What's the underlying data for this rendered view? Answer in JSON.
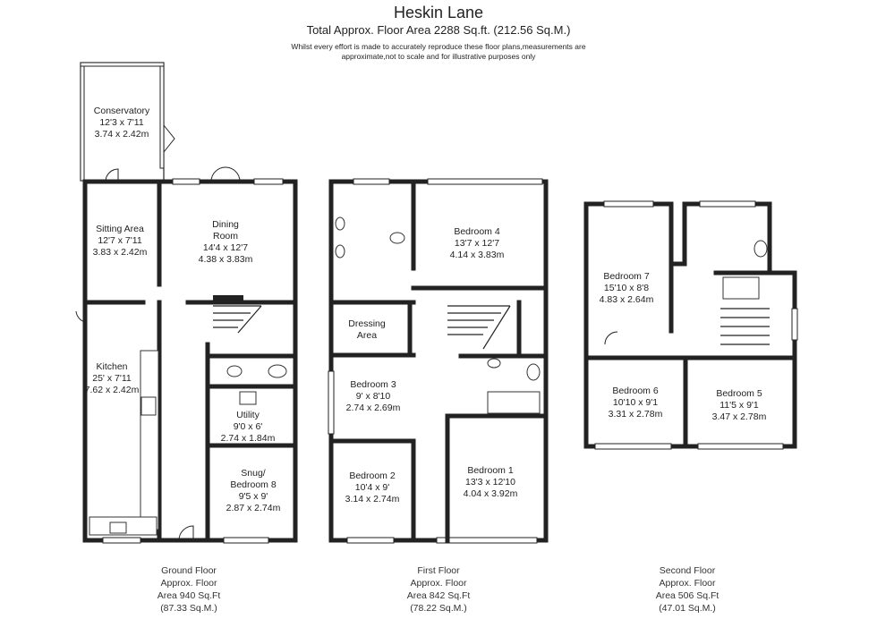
{
  "header": {
    "title": "Heskin Lane",
    "subtitle": "Total Approx. Floor Area 2288 Sq.ft. (212.56 Sq.M.)",
    "disclaimer_line1": "Whilst every effort is made to accurately reproduce these floor plans,measurements are",
    "disclaimer_line2": "approximate,not to scale and for illustrative purposes only"
  },
  "ground_floor": {
    "rooms": {
      "conservatory": [
        "Conservatory",
        "12'3 x 7'11",
        "3.74 x 2.42m"
      ],
      "sitting": [
        "Sitting Area",
        "12'7 x 7'11",
        "3.83 x 2.42m"
      ],
      "dining": [
        "Dining",
        "Room",
        "14'4 x 12'7",
        "4.38 x 3.83m"
      ],
      "kitchen": [
        "Kitchen",
        "25' x 7'11",
        "7.62 x 2.42m"
      ],
      "utility": [
        "Utility",
        "9'0 x 6'",
        "2.74 x 1.84m"
      ],
      "snug": [
        "Snug/",
        "Bedroom 8",
        "9'5 x 9'",
        "2.87 x 2.74m"
      ]
    },
    "caption": [
      "Ground Floor",
      "Approx. Floor",
      "Area 940 Sq.Ft",
      "(87.33 Sq.M.)"
    ]
  },
  "first_floor": {
    "rooms": {
      "bedroom4": [
        "Bedroom 4",
        "13'7 x 12'7",
        "4.14 x 3.83m"
      ],
      "dressing": [
        "Dressing",
        "Area"
      ],
      "bedroom3": [
        "Bedroom 3",
        "9' x 8'10",
        "2.74 x 2.69m"
      ],
      "bedroom2": [
        "Bedroom 2",
        "10'4 x 9'",
        "3.14 x 2.74m"
      ],
      "bedroom1": [
        "Bedroom 1",
        "13'3 x 12'10",
        "4.04 x 3.92m"
      ]
    },
    "caption": [
      "First Floor",
      "Approx. Floor",
      "Area 842 Sq.Ft",
      "(78.22 Sq.M.)"
    ]
  },
  "second_floor": {
    "rooms": {
      "bedroom7": [
        "Bedroom 7",
        "15'10 x 8'8",
        "4.83 x 2.64m"
      ],
      "bedroom6": [
        "Bedroom 6",
        "10'10 x 9'1",
        "3.31 x 2.78m"
      ],
      "bedroom5": [
        "Bedroom 5",
        "11'5 x 9'1",
        "3.47 x 2.78m"
      ]
    },
    "caption": [
      "Second Floor",
      "Approx. Floor",
      "Area 506 Sq.Ft",
      "(47.01 Sq.M.)"
    ]
  }
}
